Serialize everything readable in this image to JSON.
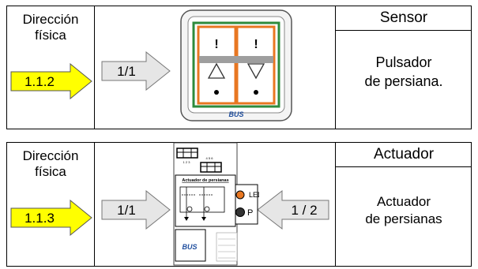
{
  "colors": {
    "yellow_arrow": "#ffff00",
    "gray_arrow": "#e6e6e6",
    "sensor_green": "#2e8b3c",
    "sensor_orange": "#e87722",
    "bus_blue": "#1f4e9e"
  },
  "sensor_panel": {
    "address_label": "Dirección física",
    "address_value": "1.1.2",
    "group_address": "1/1",
    "header": "Sensor",
    "description_line1": "Pulsador",
    "description_line2": "de persiana.",
    "device_logo": "BUS"
  },
  "actuator_panel": {
    "address_label": "Dirección física",
    "address_value": "1.1.3",
    "group_address_in": "1/1",
    "group_address_out": "1 / 2",
    "header": "Actuador",
    "description_line1": "Actuador",
    "description_line2": "de persianas",
    "device_title": "Actuador de persianas",
    "device_logo": "BUS",
    "led_label": "LED",
    "prog_label": "P",
    "terminal_top": "1 2 3",
    "terminal_mid": "4 5 6"
  }
}
